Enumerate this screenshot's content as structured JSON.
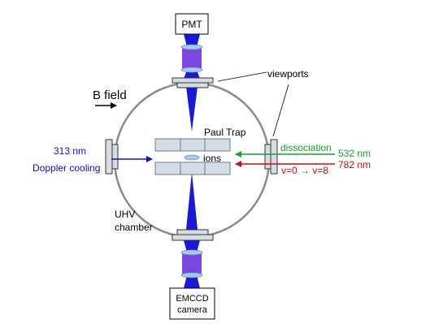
{
  "labels": {
    "pmt": "PMT",
    "emccd_line1": "EMCCD",
    "emccd_line2": "camera",
    "viewports": "viewports",
    "b_field": "B field",
    "paul_trap": "Paul Trap",
    "ions": "ions",
    "uhv_line1": "UHV",
    "uhv_line2": "chamber",
    "wavelength_313": "313 nm",
    "doppler_cooling": "Doppler cooling",
    "dissociation": "dissociation",
    "wavelength_532": "532 nm",
    "wavelength_782": "782 nm",
    "transition": "v=0 → v=8"
  },
  "colors": {
    "beam_blue": "#0000cc",
    "beam_purple": "#7b45e0",
    "lens": "#a8c8e8",
    "laser_313": "#1010cc",
    "laser_532": "#18a030",
    "laser_782": "#c01010",
    "chamber": "#8a8a8a",
    "viewport_fill": "#d6dce2",
    "trap_fill": "#d6dce6"
  }
}
